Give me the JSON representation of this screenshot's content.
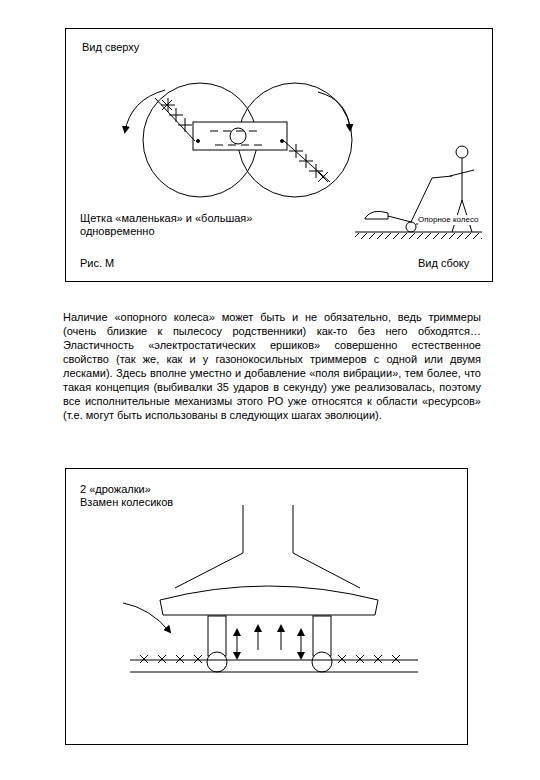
{
  "diagram": {
    "nodes": [
      {
        "text": [
          "Вид сверху",
          "Щетка «маленькая» и «большая» одновременно",
          "Рис. М",
          "Вид сбоку"
        ]
      },
      {
        "text": [
          "2 «дрожалки» Взамен колесиков"
        ]
      }
    ],
    "labels": [
      "Опорное колесо",
      "Наличие «опорного колеса» может быть и не обязательно, ведь триммеры (очень близкие к пылесосу родственники) как-то без него обходятся… Эластичность «электростатических ершиков» совершенно естественное свойство (так же, как и у газонокосильных триммеров с одной или двумя лесками). Здесь вполне уместно и добавление «поля вибрации», тем более, что такая концепция (выбивалки 35 ударов в секунду) уже реализовалась, поэтому все исполнительные механизмы этого РО уже относятся к области «ресурсов» (т.е. могут быть использованы в следующих шагах эволюции)."
    ]
  }
}
